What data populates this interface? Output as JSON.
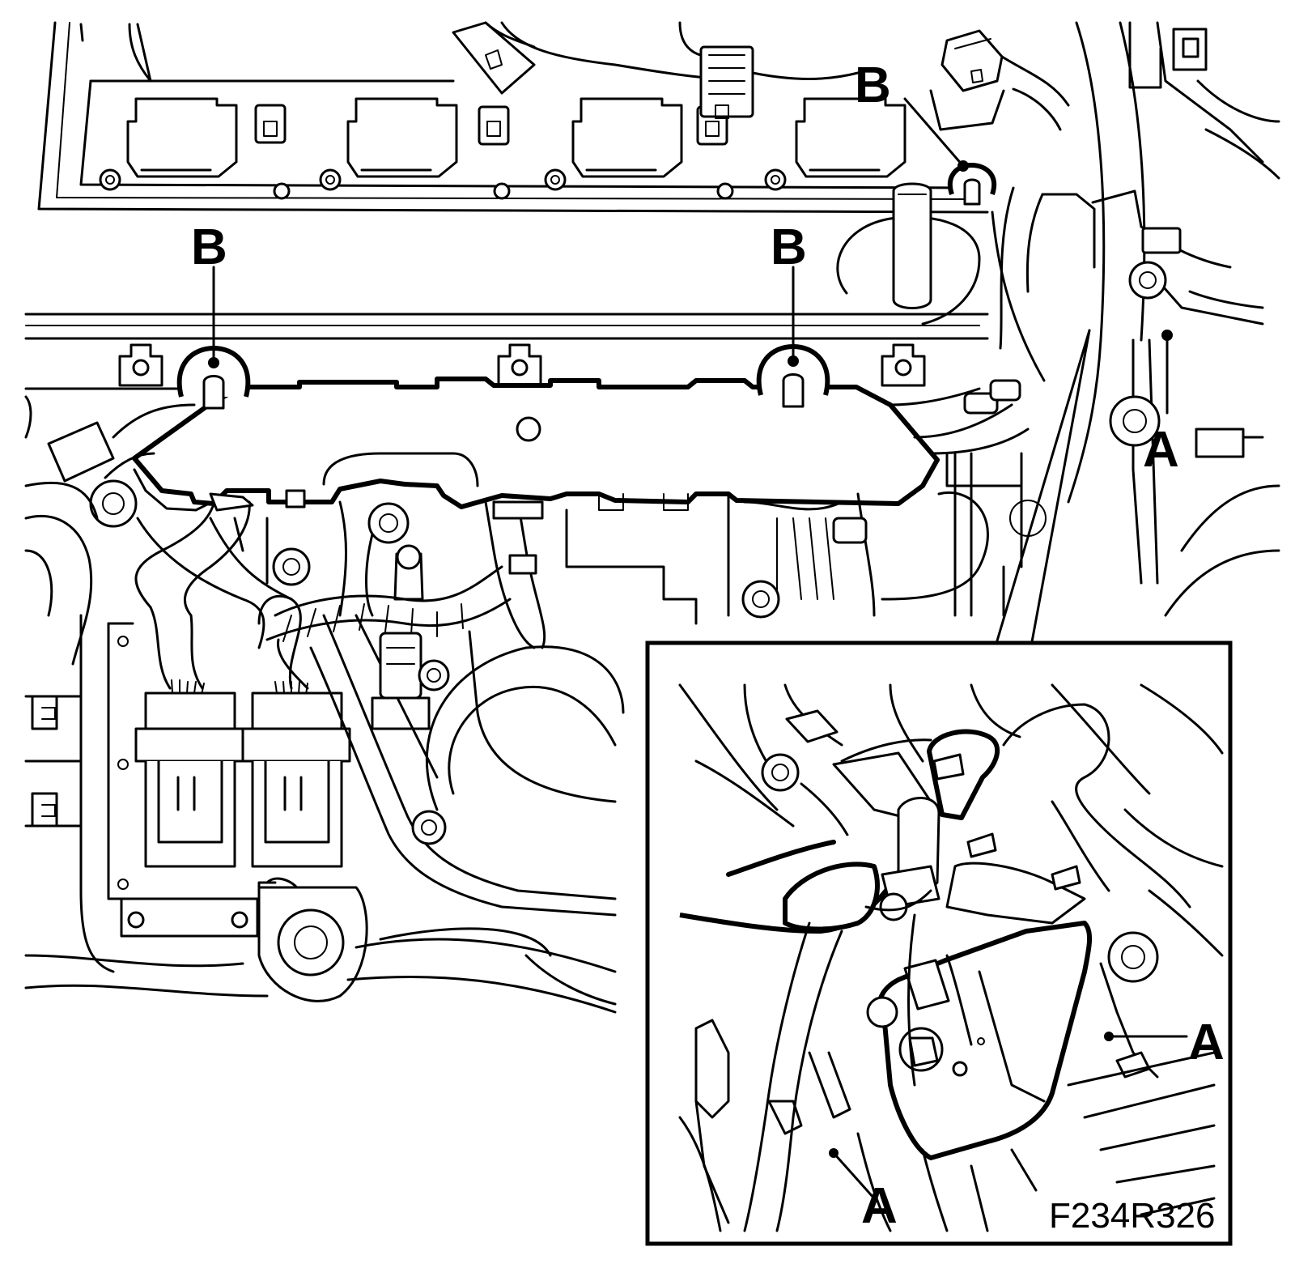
{
  "figure_id": "F234R326",
  "callouts": {
    "b1": "B",
    "b2": "B",
    "b3": "B",
    "a1": "A",
    "a2": "A",
    "a3": "A"
  }
}
